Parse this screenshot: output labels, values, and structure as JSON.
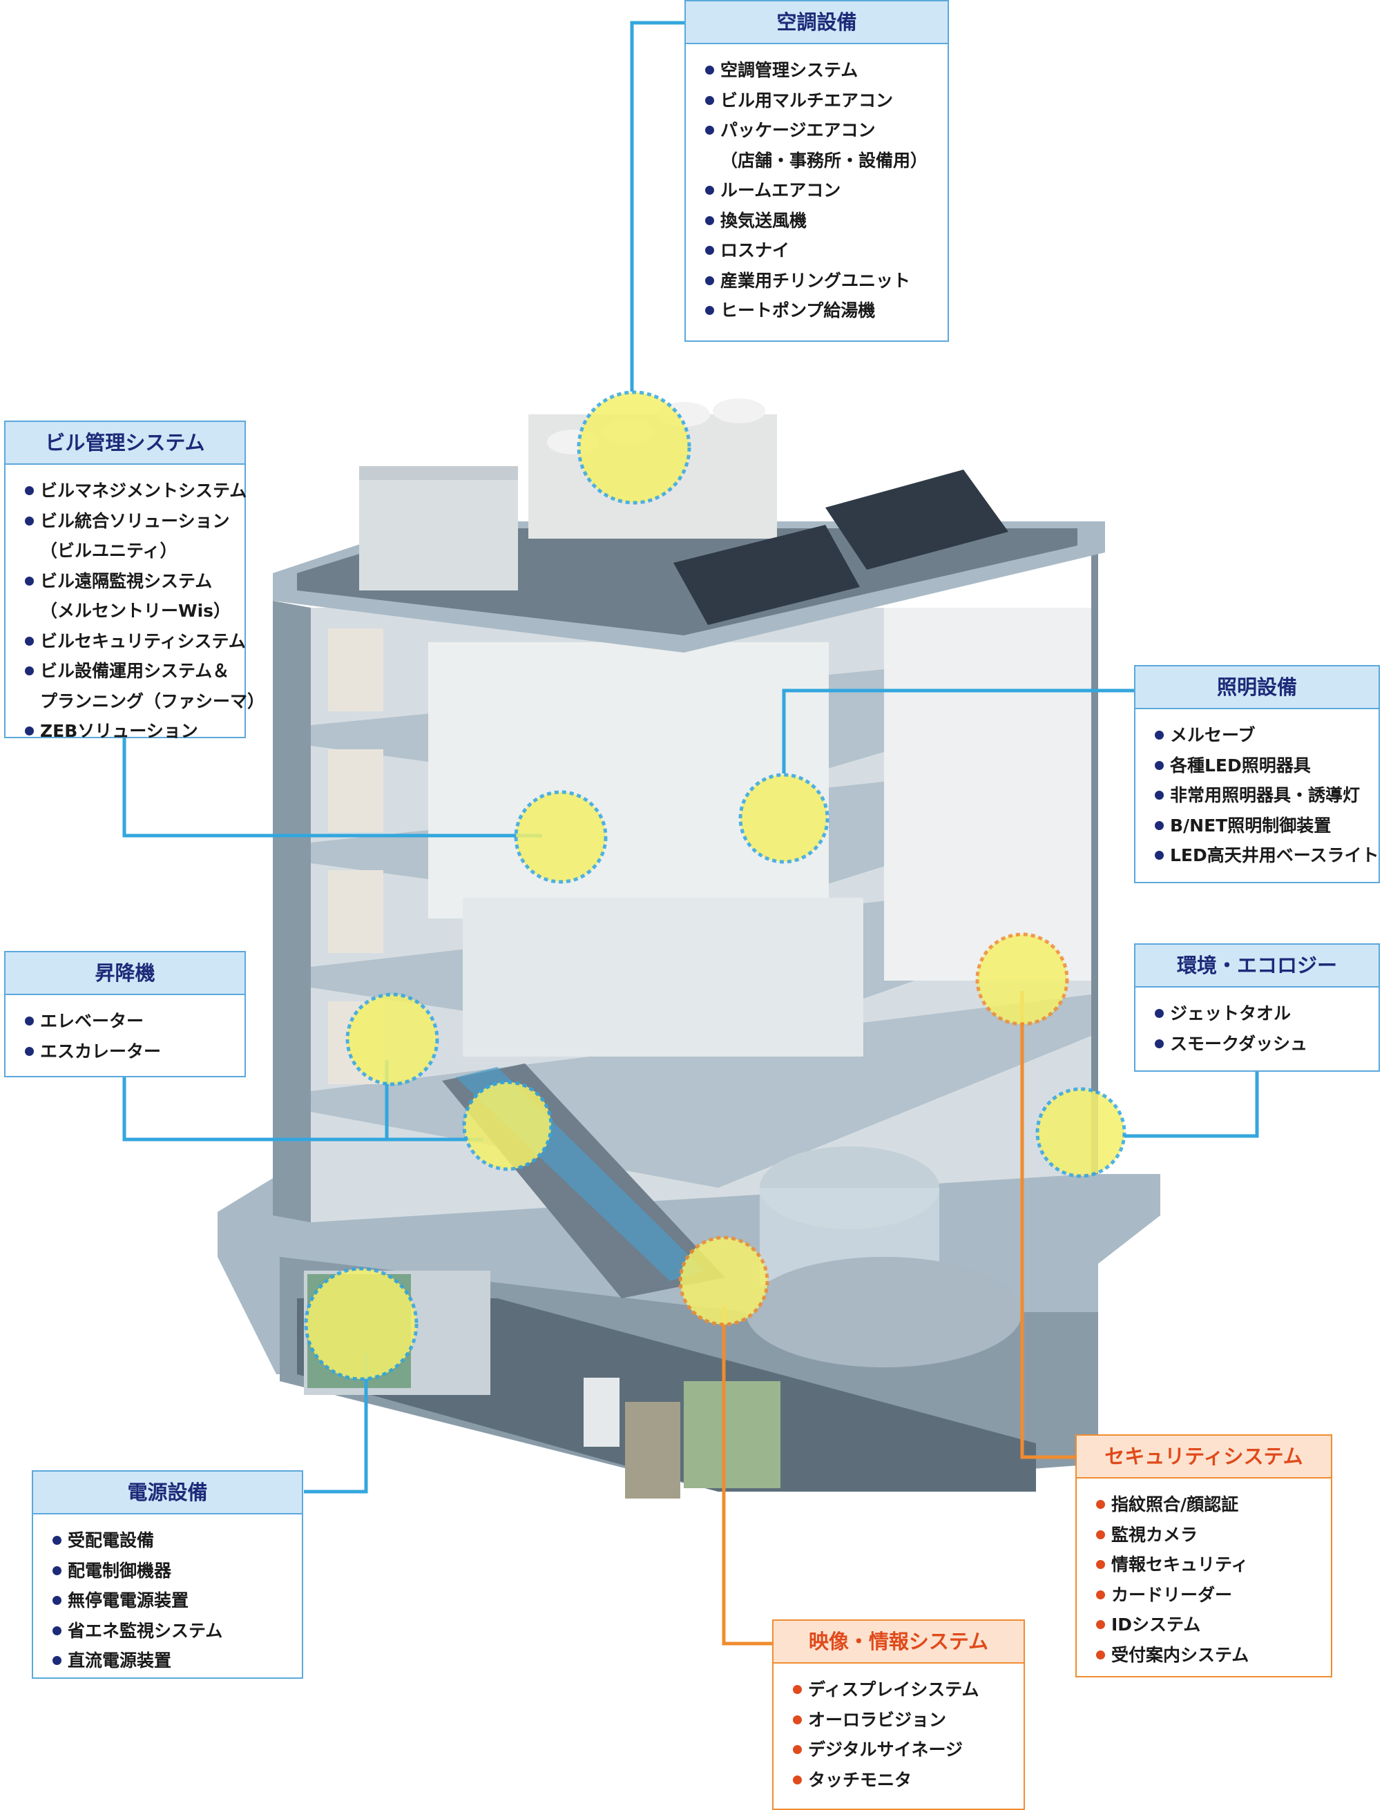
{
  "colors": {
    "blue_line": "#33a6de",
    "orange_line": "#f08c30",
    "header_blue_text": "#1c2a78",
    "header_orange_text": "#e04a1c",
    "highlight_fill": "#f4f06a"
  },
  "boxes": {
    "hvac": {
      "title": "空調設備",
      "items": [
        {
          "text": "空調管理システム",
          "bullet": true
        },
        {
          "text": "ビル用マルチエアコン",
          "bullet": true
        },
        {
          "text": "パッケージエアコン",
          "bullet": true
        },
        {
          "text": "（店舗・事務所・設備用）",
          "bullet": false
        },
        {
          "text": "ルームエアコン",
          "bullet": true
        },
        {
          "text": "換気送風機",
          "bullet": true
        },
        {
          "text": "ロスナイ",
          "bullet": true
        },
        {
          "text": "産業用チリングユニット",
          "bullet": true
        },
        {
          "text": "ヒートポンプ給湯機",
          "bullet": true
        }
      ]
    },
    "bms": {
      "title": "ビル管理システム",
      "items": [
        {
          "text": "ビルマネジメントシステム",
          "bullet": true
        },
        {
          "text": "ビル統合ソリューション",
          "bullet": true
        },
        {
          "text": "（ビルユニティ）",
          "bullet": false
        },
        {
          "text": "ビル遠隔監視システム",
          "bullet": true
        },
        {
          "text": "（メルセントリーWis）",
          "bullet": false
        },
        {
          "text": "ビルセキュリティシステム",
          "bullet": true
        },
        {
          "text": "ビル設備運用システム＆",
          "bullet": true
        },
        {
          "text": "プランニング（ファシーマ）",
          "bullet": false
        },
        {
          "text": "ZEBソリューション",
          "bullet": true
        }
      ]
    },
    "lighting": {
      "title": "照明設備",
      "items": [
        {
          "text": "メルセーブ",
          "bullet": true
        },
        {
          "text": "各種LED照明器具",
          "bullet": true
        },
        {
          "text": "非常用照明器具・誘導灯",
          "bullet": true
        },
        {
          "text": "B/NET照明制御装置",
          "bullet": true
        },
        {
          "text": "LED高天井用ベースライト",
          "bullet": true
        }
      ]
    },
    "elevator": {
      "title": "昇降機",
      "items": [
        {
          "text": "エレベーター",
          "bullet": true
        },
        {
          "text": "エスカレーター",
          "bullet": true
        }
      ]
    },
    "eco": {
      "title": "環境・エコロジー",
      "items": [
        {
          "text": "ジェットタオル",
          "bullet": true
        },
        {
          "text": "スモークダッシュ",
          "bullet": true
        }
      ]
    },
    "power": {
      "title": "電源設備",
      "items": [
        {
          "text": "受配電設備",
          "bullet": true
        },
        {
          "text": "配電制御機器",
          "bullet": true
        },
        {
          "text": "無停電電源装置",
          "bullet": true
        },
        {
          "text": "省エネ監視システム",
          "bullet": true
        },
        {
          "text": "直流電源装置",
          "bullet": true
        }
      ]
    },
    "security": {
      "title": "セキュリティシステム",
      "items": [
        {
          "text": "指紋照合/顔認証",
          "bullet": true
        },
        {
          "text": "監視カメラ",
          "bullet": true
        },
        {
          "text": "情報セキュリティ",
          "bullet": true
        },
        {
          "text": "カードリーダー",
          "bullet": true
        },
        {
          "text": "IDシステム",
          "bullet": true
        },
        {
          "text": "受付案内システム",
          "bullet": true
        }
      ]
    },
    "video": {
      "title": "映像・情報システム",
      "items": [
        {
          "text": "ディスプレイシステム",
          "bullet": true
        },
        {
          "text": "オーロラビジョン",
          "bullet": true
        },
        {
          "text": "デジタルサイネージ",
          "bullet": true
        },
        {
          "text": "タッチモニタ",
          "bullet": true
        }
      ]
    }
  }
}
